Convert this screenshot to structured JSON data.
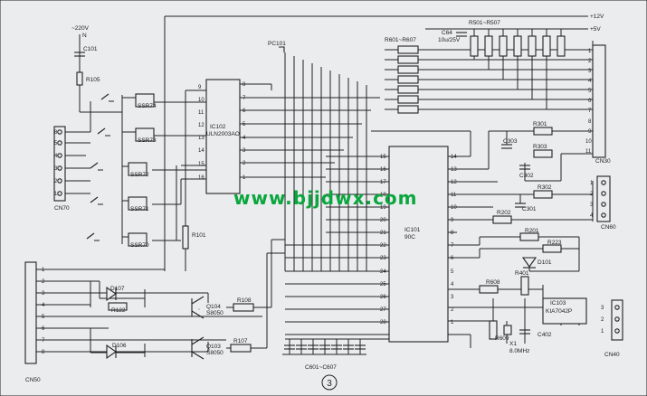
{
  "watermark": "www.bjjdwx.com",
  "figure_number": "3",
  "labels": {
    "ac220": "~220V",
    "n": "N",
    "c101": "C101",
    "r105": "R105",
    "cn70": "CN70",
    "ssr74": "SSR74",
    "ssr73": "SSR73",
    "ssr72": "SSR72",
    "ssr71": "SSR71",
    "ssr70": "SSR70",
    "ic102": "IC102",
    "uln2003": "ULN2003AO",
    "r101": "R101",
    "pc101": "PC101",
    "r601_r607": "R601~R607",
    "r501_r507": "R501~R507",
    "c64": "C64",
    "c64_value": "10u/25V",
    "plus12v": "+12V",
    "plus5v": "+5V",
    "cn30": "CN30",
    "ic101": "IC101",
    "ic101_part": "90C",
    "r301": "R301",
    "r303": "R303",
    "c303": "C303",
    "c302": "C302",
    "r302": "R302",
    "c301": "C301",
    "cn60": "CN60",
    "r202": "R202",
    "r201": "R201",
    "r223": "R223",
    "d101": "D101",
    "r608": "R608",
    "r401": "R401",
    "ic103": "IC103",
    "ic103_part": "KIA7042P",
    "r609": "R609",
    "x1": "X1",
    "x1_freq": "8.0MHz",
    "c402": "C402",
    "cn40": "CN40",
    "cn50": "CN50",
    "d107": "D107",
    "r122": "R122",
    "d106": "D106",
    "q104": "Q104",
    "q104_part": "S8050",
    "q103": "Q103",
    "q103_part": "S8050",
    "r108": "R108",
    "r107": "R107",
    "c601_c607": "C601~C607"
  }
}
